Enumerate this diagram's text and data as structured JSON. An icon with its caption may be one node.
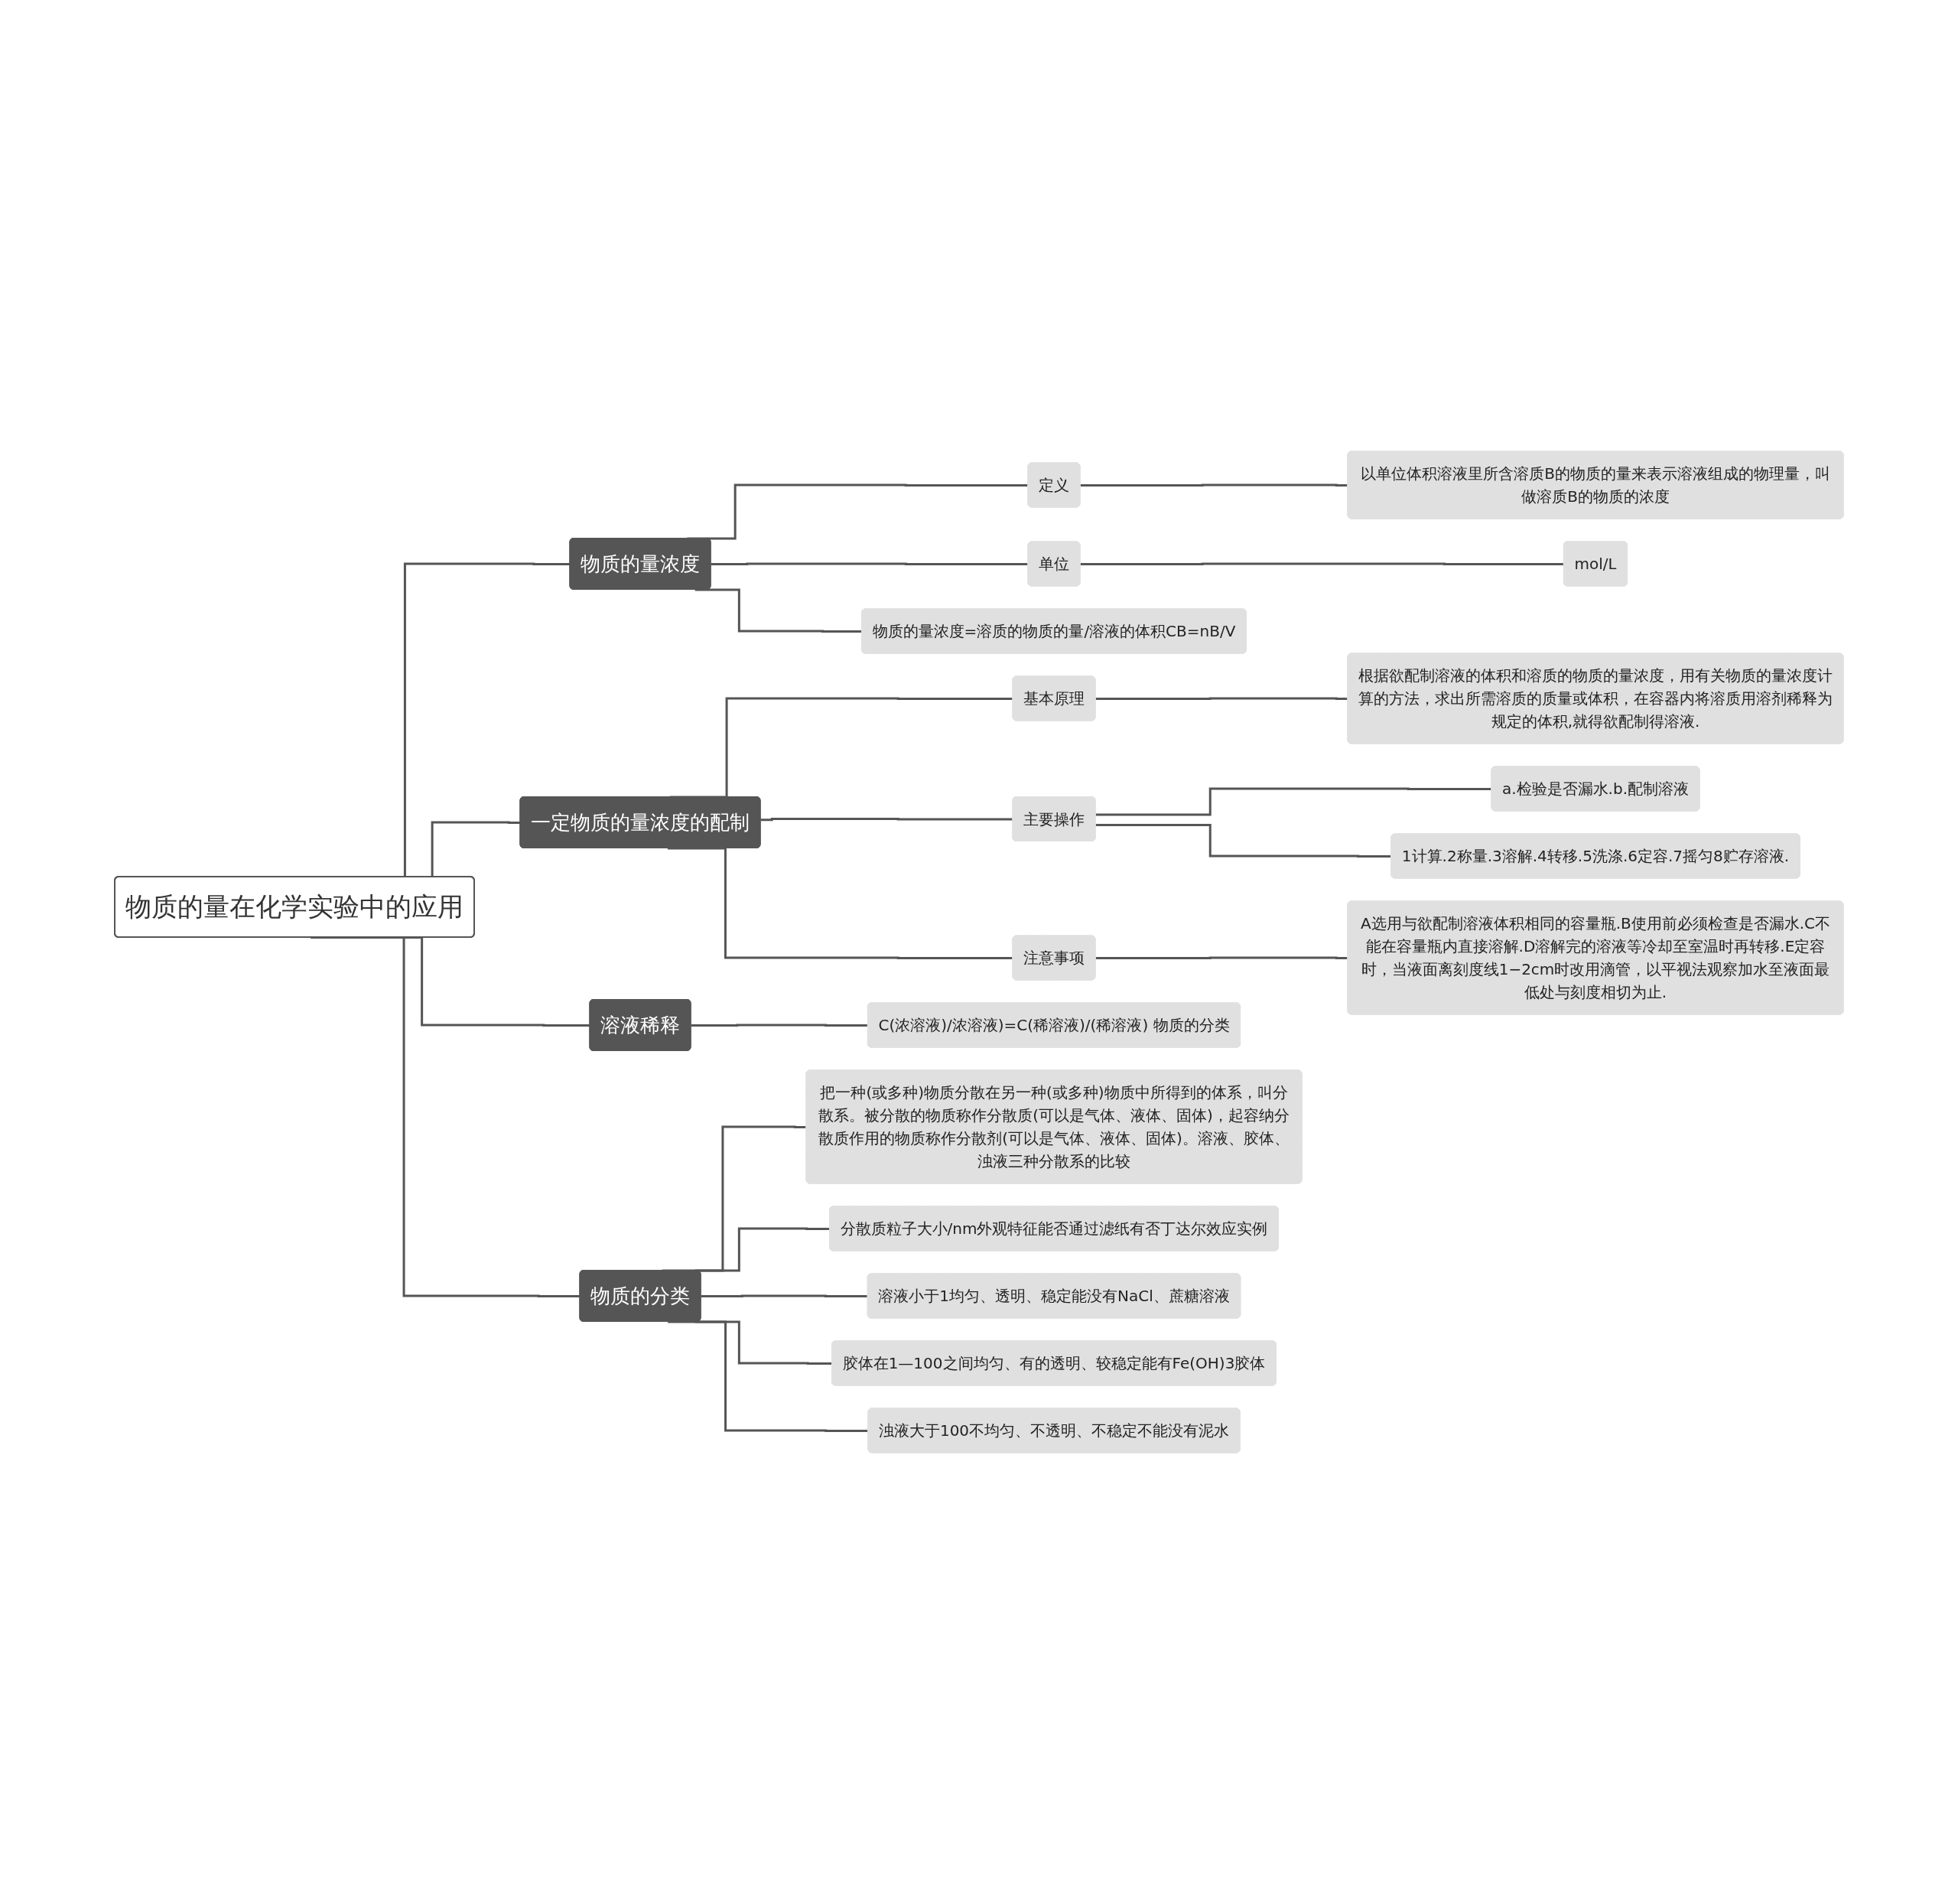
{
  "diagram": {
    "nodes": [
      {
        "text": [
          "物质的量在化学实验中的应用"
        ]
      },
      {
        "text": [
          "物质的量浓度"
        ]
      },
      {
        "text": [
          "定义"
        ]
      },
      {
        "text": [
          "以单位体积溶液里所含溶质B的物质的量来表示溶液组成的物理量，叫做溶质B的物质的浓度"
        ]
      },
      {
        "text": [
          "单位"
        ]
      },
      {
        "text": [
          "mol/L"
        ]
      },
      {
        "text": [
          "物质的量浓度=溶质的物质的量/溶液的体积CB=nB/V"
        ]
      },
      {
        "text": [
          "一定物质的量浓度的配制"
        ]
      },
      {
        "text": [
          "基本原理"
        ]
      },
      {
        "text": [
          "根据欲配制溶液的体积和溶质的物质的量浓度，用有关物质的量浓度计算的方法，求出所需溶质的质量或体积，在容器内将溶质用溶剂稀释为规定的体积,就得欲配制得溶液."
        ]
      },
      {
        "text": [
          "主要操作"
        ]
      },
      {
        "text": [
          "a.检验是否漏水.b.配制溶液"
        ]
      },
      {
        "text": [
          "1计算.2称量.3溶解.4转移.5洗涤.6定容.7摇匀8贮存溶液."
        ]
      },
      {
        "text": [
          "注意事项"
        ]
      },
      {
        "text": [
          "A选用与欲配制溶液体积相同的容量瓶.B使用前必须检查是否漏水.C不能在容量瓶内直接溶解.D溶解完的溶液等冷却至室温时再转移.E定容时，当液面离刻度线1−2cm时改用滴管，以平视法观察加水至液面最低处与刻度相切为止."
        ]
      },
      {
        "text": [
          "溶液稀释"
        ]
      },
      {
        "text": [
          "C(浓溶液)/浓溶液)=C(稀溶液)/(稀溶液) 物质的分类"
        ]
      },
      {
        "text": [
          "物质的分类"
        ]
      },
      {
        "text": [
          "把一种(或多种)物质分散在另一种(或多种)物质中所得到的体系，叫分散系。被分散的物质称作分散质(可以是气体、液体、固体)，起容纳分散质作用的物质称作分散剂(可以是气体、液体、固体)。溶液、胶体、浊液三种分散系的比较"
        ]
      },
      {
        "text": [
          "分散质粒子大小/nm外观特征能否通过滤纸有否丁达尔效应实例"
        ]
      },
      {
        "text": [
          "溶液小于1均匀、透明、稳定能没有NaCl、蔗糖溶液"
        ]
      },
      {
        "text": [
          "胶体在1—100之间均匀、有的透明、较稳定能有Fe(OH)3胶体"
        ]
      },
      {
        "text": [
          "浊液大于100不均匀、不透明、不稳定不能没有泥水"
        ]
      }
    ],
    "edges": [
      {
        "from": 0,
        "to": 1,
        "arrow": "none"
      },
      {
        "from": 1,
        "to": 2,
        "arrow": "none"
      },
      {
        "from": 2,
        "to": 3,
        "arrow": "none"
      },
      {
        "from": 1,
        "to": 4,
        "arrow": "none"
      },
      {
        "from": 4,
        "to": 5,
        "arrow": "none"
      },
      {
        "from": 1,
        "to": 6,
        "arrow": "none"
      },
      {
        "from": 0,
        "to": 7,
        "arrow": "none"
      },
      {
        "from": 7,
        "to": 8,
        "arrow": "none"
      },
      {
        "from": 8,
        "to": 9,
        "arrow": "none"
      },
      {
        "from": 7,
        "to": 10,
        "arrow": "none"
      },
      {
        "from": 10,
        "to": 11,
        "arrow": "none"
      },
      {
        "from": 10,
        "to": 12,
        "arrow": "none"
      },
      {
        "from": 7,
        "to": 13,
        "arrow": "none"
      },
      {
        "from": 13,
        "to": 14,
        "arrow": "none"
      },
      {
        "from": 0,
        "to": 15,
        "arrow": "none"
      },
      {
        "from": 15,
        "to": 16,
        "arrow": "none"
      },
      {
        "from": 0,
        "to": 17,
        "arrow": "none"
      },
      {
        "from": 17,
        "to": 18,
        "arrow": "none"
      },
      {
        "from": 17,
        "to": 19,
        "arrow": "none"
      },
      {
        "from": 17,
        "to": 20,
        "arrow": "none"
      },
      {
        "from": 17,
        "to": 21,
        "arrow": "none"
      },
      {
        "from": 17,
        "to": 22,
        "arrow": "none"
      }
    ]
  }
}
